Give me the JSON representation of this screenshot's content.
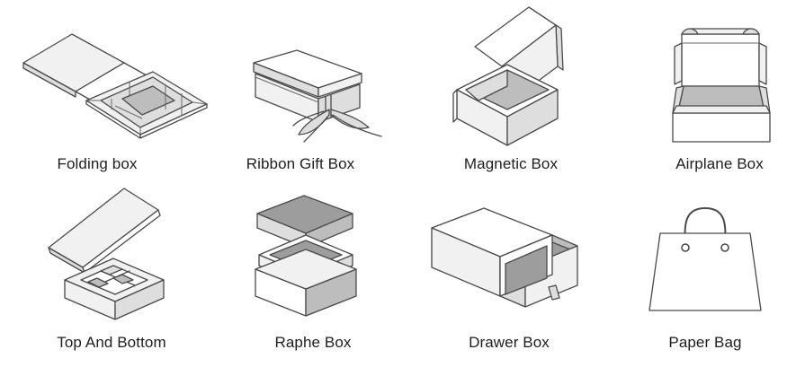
{
  "items": [
    {
      "label": "Folding box",
      "icon": "folding-box-icon"
    },
    {
      "label": "Ribbon Gift Box",
      "icon": "ribbon-gift-box-icon"
    },
    {
      "label": "Magnetic Box",
      "icon": "magnetic-box-icon"
    },
    {
      "label": "Airplane Box",
      "icon": "airplane-box-icon"
    },
    {
      "label": "Top And Bottom",
      "icon": "top-and-bottom-box-icon"
    },
    {
      "label": "Raphe Box",
      "icon": "raphe-box-icon"
    },
    {
      "label": "Drawer Box",
      "icon": "drawer-box-icon"
    },
    {
      "label": "Paper Bag",
      "icon": "paper-bag-icon"
    }
  ],
  "colors": {
    "line": "#4a4a4a",
    "shade_light": "#f1f1f1",
    "shade_mid": "#dedede",
    "shade_dark": "#bdbdbd",
    "text": "#1e1e1e"
  }
}
